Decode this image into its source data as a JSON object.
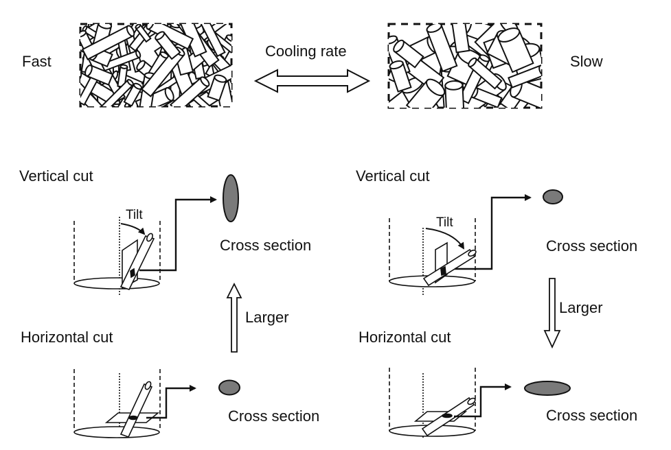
{
  "top": {
    "fast_label": "Fast",
    "slow_label": "Slow",
    "cooling_label": "Cooling rate"
  },
  "left_panel": {
    "vertical_cut_label": "Vertical cut",
    "horizontal_cut_label": "Horizontal cut",
    "tilt_label": "Tilt",
    "vertical_cross_section_label": "Cross section",
    "horizontal_cross_section_label": "Cross section",
    "larger_label": "Larger",
    "larger_direction": "up"
  },
  "right_panel": {
    "vertical_cut_label": "Vertical cut",
    "horizontal_cut_label": "Horizontal cut",
    "tilt_label": "Tilt",
    "vertical_cross_section_label": "Cross section",
    "horizontal_cross_section_label": "Cross section",
    "larger_label": "Larger",
    "larger_direction": "down"
  },
  "colors": {
    "cross_section_fill": "#7a7a7a",
    "stroke": "#111111"
  }
}
